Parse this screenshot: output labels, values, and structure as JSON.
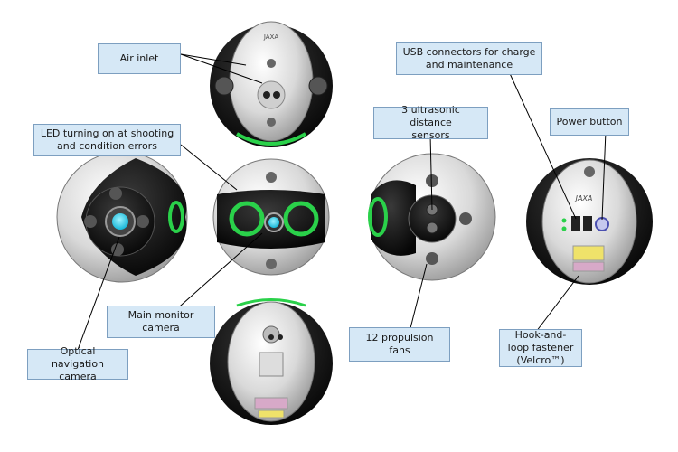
{
  "labels": {
    "air_inlet": "Air inlet",
    "usb": "USB connectors for charge\nand maintenance",
    "led": "LED turning on at shooting\nand condition errors",
    "ultrasonic": "3 ultrasonic distance\nsensors",
    "power": "Power button",
    "main_camera": "Main monitor\ncamera",
    "propulsion": "12 propulsion\nfans",
    "hook_loop": "Hook-and-\nloop fastener\n(Velcro™)",
    "optical_nav": "Optical navigation\ncamera"
  },
  "markings": {
    "logo": "JAXA"
  },
  "colors": {
    "callout_fill": "#d6e8f6",
    "callout_border": "#7d9fc0",
    "led_green": "#2ad14a",
    "camera_cyan": "#3fd6ee",
    "velcro_yellow": "#efe26a",
    "velcro_pink": "#d7a9c8"
  }
}
